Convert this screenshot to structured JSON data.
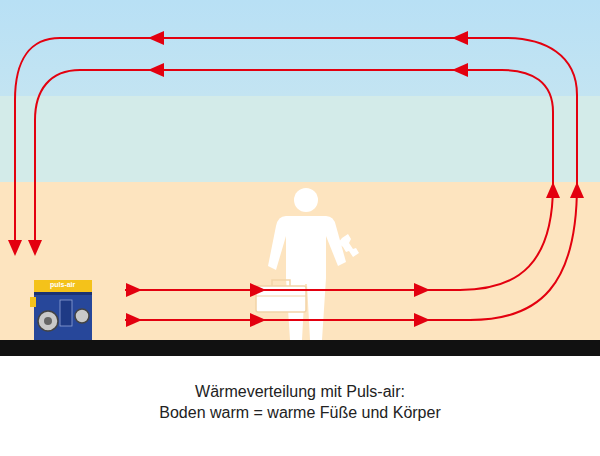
{
  "diagram": {
    "labels": [
      "puls-air",
      "Wärmeverteilung mit Puls-air:",
      "Boden warm = warme Füße und Körper"
    ]
  }
}
